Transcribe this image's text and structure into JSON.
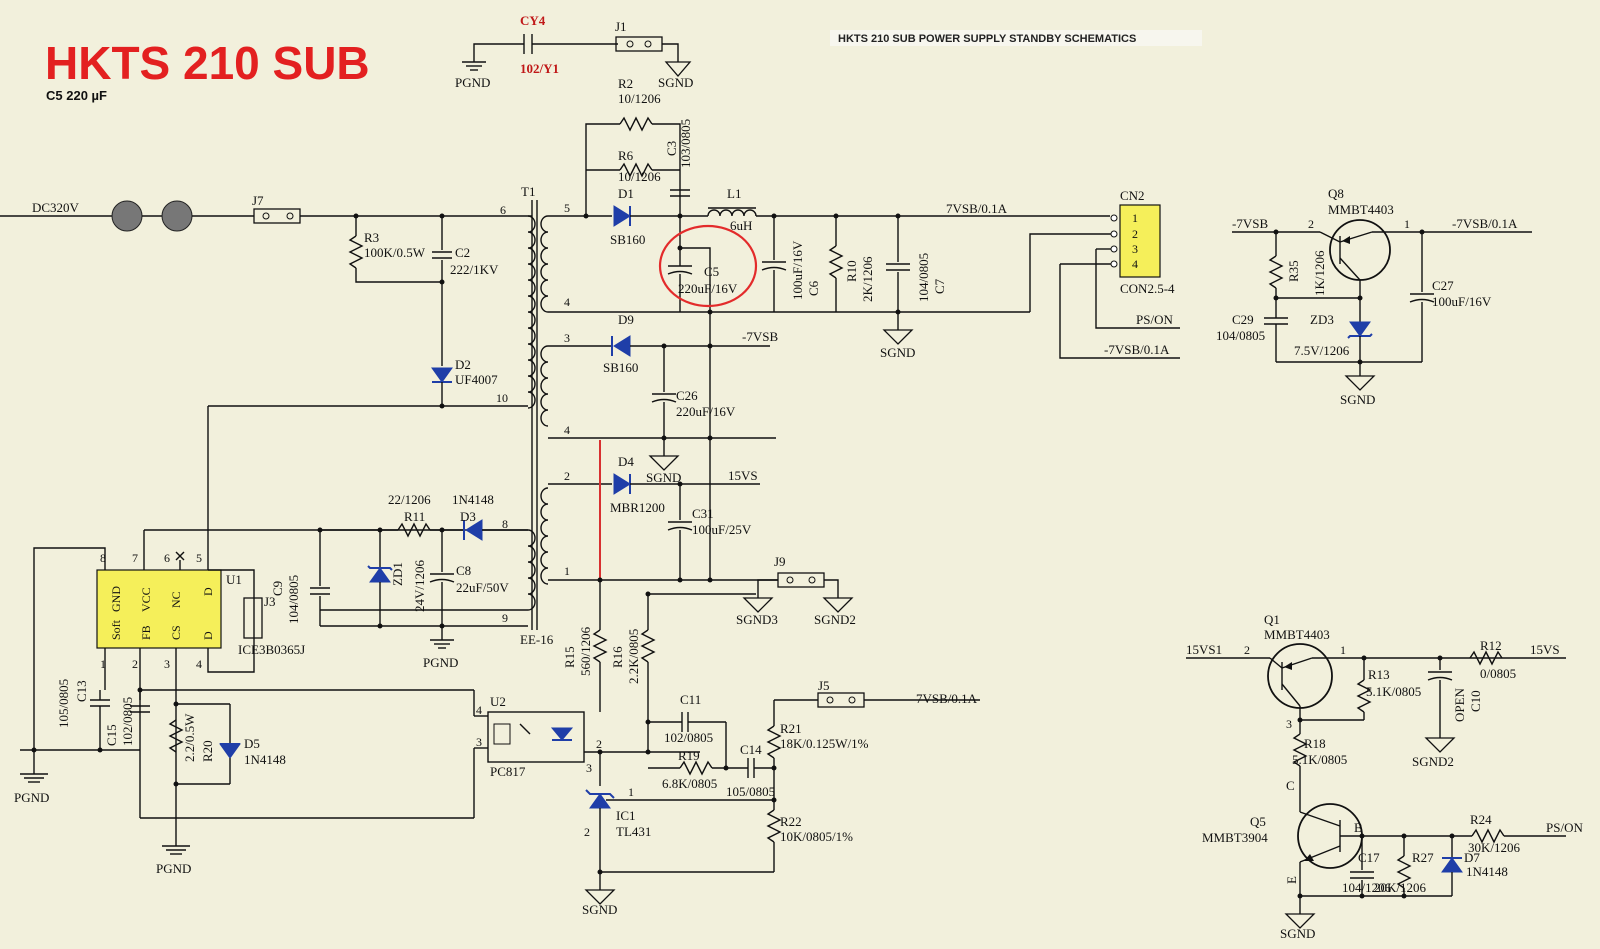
{
  "title": "HKTS 210 SUB",
  "subtitle": "C5 220 µF",
  "header": "HKTS 210 SUB POWER SUPPLY STANDBY SCHEMATICS",
  "labels": {
    "cy4": "CY4",
    "cy4_val": "102/Y1",
    "pgnd": "PGND",
    "sgnd": "SGND",
    "sgnd2": "SGND2",
    "sgnd3": "SGND3",
    "j1": "J1",
    "j3": "J3",
    "j5": "J5",
    "j7": "J7",
    "j9": "J9",
    "dc320": "DC320V",
    "r2": "R2",
    "r2_val": "10/1206",
    "r6": "R6",
    "r6_val": "10/1206",
    "c3": "C3",
    "c3_val": "103/0805",
    "d1": "D1",
    "d1_val": "SB160",
    "l1": "L1",
    "l1_val": "6uH",
    "c5": "C5",
    "c5_val": "220uF/16V",
    "c6": "C6",
    "c6_val": "100uF/16V",
    "r10": "R10",
    "r10_val": "2K/1206",
    "c7": "C7",
    "c7_val": "104/0805",
    "r3": "R3",
    "r3_val": "100K/0.5W",
    "c2": "C2",
    "c2_val": "222/1KV",
    "d2": "D2",
    "d2_val": "UF4007",
    "t1": "T1",
    "ee16": "EE-16",
    "d9": "D9",
    "d9_val": "SB160",
    "m7vsb": "-7VSB",
    "c26": "C26",
    "c26_val": "220uF/16V",
    "d4": "D4",
    "d4_val": "MBR1200",
    "v15vs": "15VS",
    "c31": "C31",
    "c31_val": "100uF/25V",
    "r11": "R11",
    "r11_val": "22/1206",
    "d3": "D3",
    "d3_val": "1N4148",
    "zd1": "ZD1",
    "zd1_val": "24V/1206",
    "c8": "C8",
    "c8_val": "22uF/50V",
    "c9": "C9",
    "c9_val": "104/0805",
    "u1": "U1",
    "u1_val": "ICE3B0365J",
    "pin_gnd": "GND",
    "pin_vcc": "VCC",
    "pin_nc": "NC",
    "pin_d": "D",
    "pin_soft": "Soft",
    "pin_fb": "FB",
    "pin_cs": "CS",
    "c13": "C13",
    "c13_val": "105/0805",
    "c15": "C15",
    "c15_val": "102/0805",
    "r20": "R20",
    "r20_val": "2.2/0.5W",
    "d5": "D5",
    "d5_val": "1N4148",
    "u2": "U2",
    "u2_val": "PC817",
    "r15": "R15",
    "r15_val": "560/1206",
    "r16": "R16",
    "r16_val": "2.2K/0805",
    "c11": "C11",
    "c11_val": "102/0805",
    "r19": "R19",
    "r19_val": "6.8K/0805",
    "c14": "C14",
    "c14_val": "105/0805",
    "ic1": "IC1",
    "ic1_val": "TL431",
    "r21": "R21",
    "r21_val": "18K/0.125W/1%",
    "r22": "R22",
    "r22_val": "10K/0805/1%",
    "v7vsb": "7VSB/0.1A",
    "cn2": "CN2",
    "cn2_val": "CON2.5-4",
    "pson": "PS/ON",
    "m7vsb01": "-7VSB/0.1A",
    "q8": "Q8",
    "q8_val": "MMBT4403",
    "r35": "R35",
    "r35_val": "1K/1206",
    "c27": "C27",
    "c27_val": "100uF/16V",
    "c29": "C29",
    "c29_val": "104/0805",
    "zd3": "ZD3",
    "zd3_val": "7.5V/1206",
    "q1": "Q1",
    "q1_val": "MMBT4403",
    "v15vs1": "15VS1",
    "r13": "R13",
    "r13_val": "5.1K/0805",
    "r12": "R12",
    "r12_val": "0/0805",
    "c10": "C10",
    "c10_val": "OPEN",
    "r18": "R18",
    "r18_val": "5.1K/0805",
    "q5": "Q5",
    "q5_val": "MMBT3904",
    "c17": "C17",
    "c17_val": "104/1206",
    "r27": "R27",
    "r27_val": "20K/1206",
    "r24": "R24",
    "r24_val": "30K/1206",
    "d7": "D7",
    "d7_val": "1N4148",
    "pb": "B",
    "pc": "C",
    "pe": "E"
  }
}
